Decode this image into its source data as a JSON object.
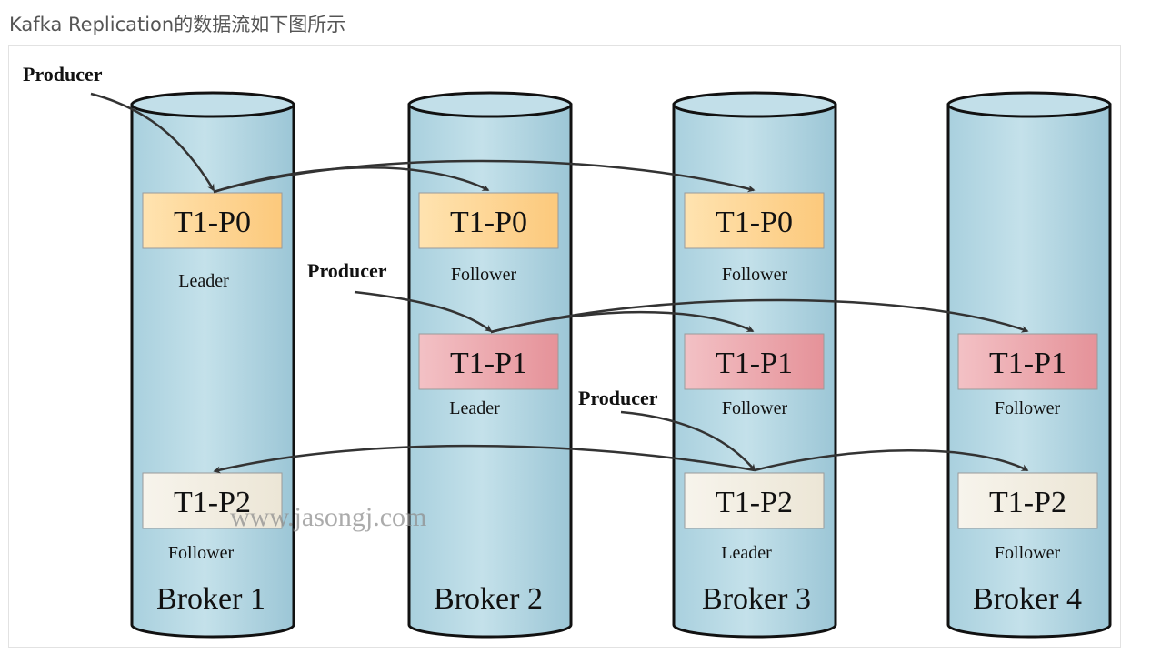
{
  "caption": "Kafka Replication的数据流如下图所示",
  "watermark": "www.jasongj.com",
  "colors": {
    "cylinder_fill": "#b7dae6",
    "cylinder_outline": "#111111",
    "p0_fill": "#ffd896",
    "p1_fill": "#e9a2a7",
    "p2_fill": "#f2eee3",
    "arrow": "#333333"
  },
  "brokers": [
    {
      "label": "Broker 1",
      "partitions": [
        {
          "name": "T1-P0",
          "role": "Leader"
        },
        {
          "name": "T1-P2",
          "role": "Follower"
        }
      ]
    },
    {
      "label": "Broker 2",
      "partitions": [
        {
          "name": "T1-P0",
          "role": "Follower"
        },
        {
          "name": "T1-P1",
          "role": "Leader"
        }
      ]
    },
    {
      "label": "Broker 3",
      "partitions": [
        {
          "name": "T1-P0",
          "role": "Follower"
        },
        {
          "name": "T1-P1",
          "role": "Follower"
        },
        {
          "name": "T1-P2",
          "role": "Leader"
        }
      ]
    },
    {
      "label": "Broker 4",
      "partitions": [
        {
          "name": "T1-P1",
          "role": "Follower"
        },
        {
          "name": "T1-P2",
          "role": "Follower"
        }
      ]
    }
  ],
  "producers": [
    {
      "label": "Producer"
    },
    {
      "label": "Producer"
    },
    {
      "label": "Producer"
    }
  ]
}
